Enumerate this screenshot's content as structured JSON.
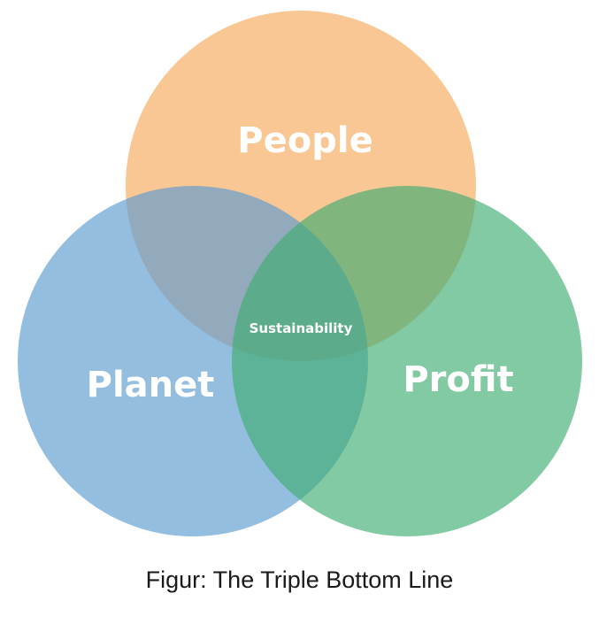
{
  "diagram": {
    "circles": [
      {
        "id": "people",
        "label": "People",
        "color": "#f5a95a"
      },
      {
        "id": "planet",
        "label": "Planet",
        "color": "#5b9bd0"
      },
      {
        "id": "profit",
        "label": "Profit",
        "color": "#3fae72"
      }
    ],
    "center_label": "Sustainability",
    "opacity": 0.65
  },
  "caption": "Figur: The Triple Bottom Line"
}
